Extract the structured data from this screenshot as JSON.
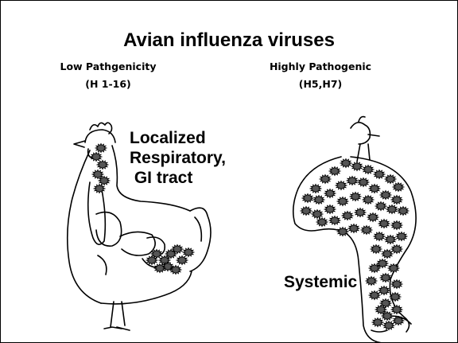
{
  "title": "Avian influenza viruses",
  "low": {
    "name": "Low Pathgenicity",
    "subtypes": "(H 1-16)"
  },
  "high": {
    "name": "Highly Pathogenic",
    "subtypes": "(H5,H7)"
  },
  "localized": {
    "line1": "Localized",
    "line2": "Respiratory,",
    "line3": " GI tract"
  },
  "systemic": "Systemic",
  "colors": {
    "virus": "#555555",
    "ink": "#000000"
  }
}
